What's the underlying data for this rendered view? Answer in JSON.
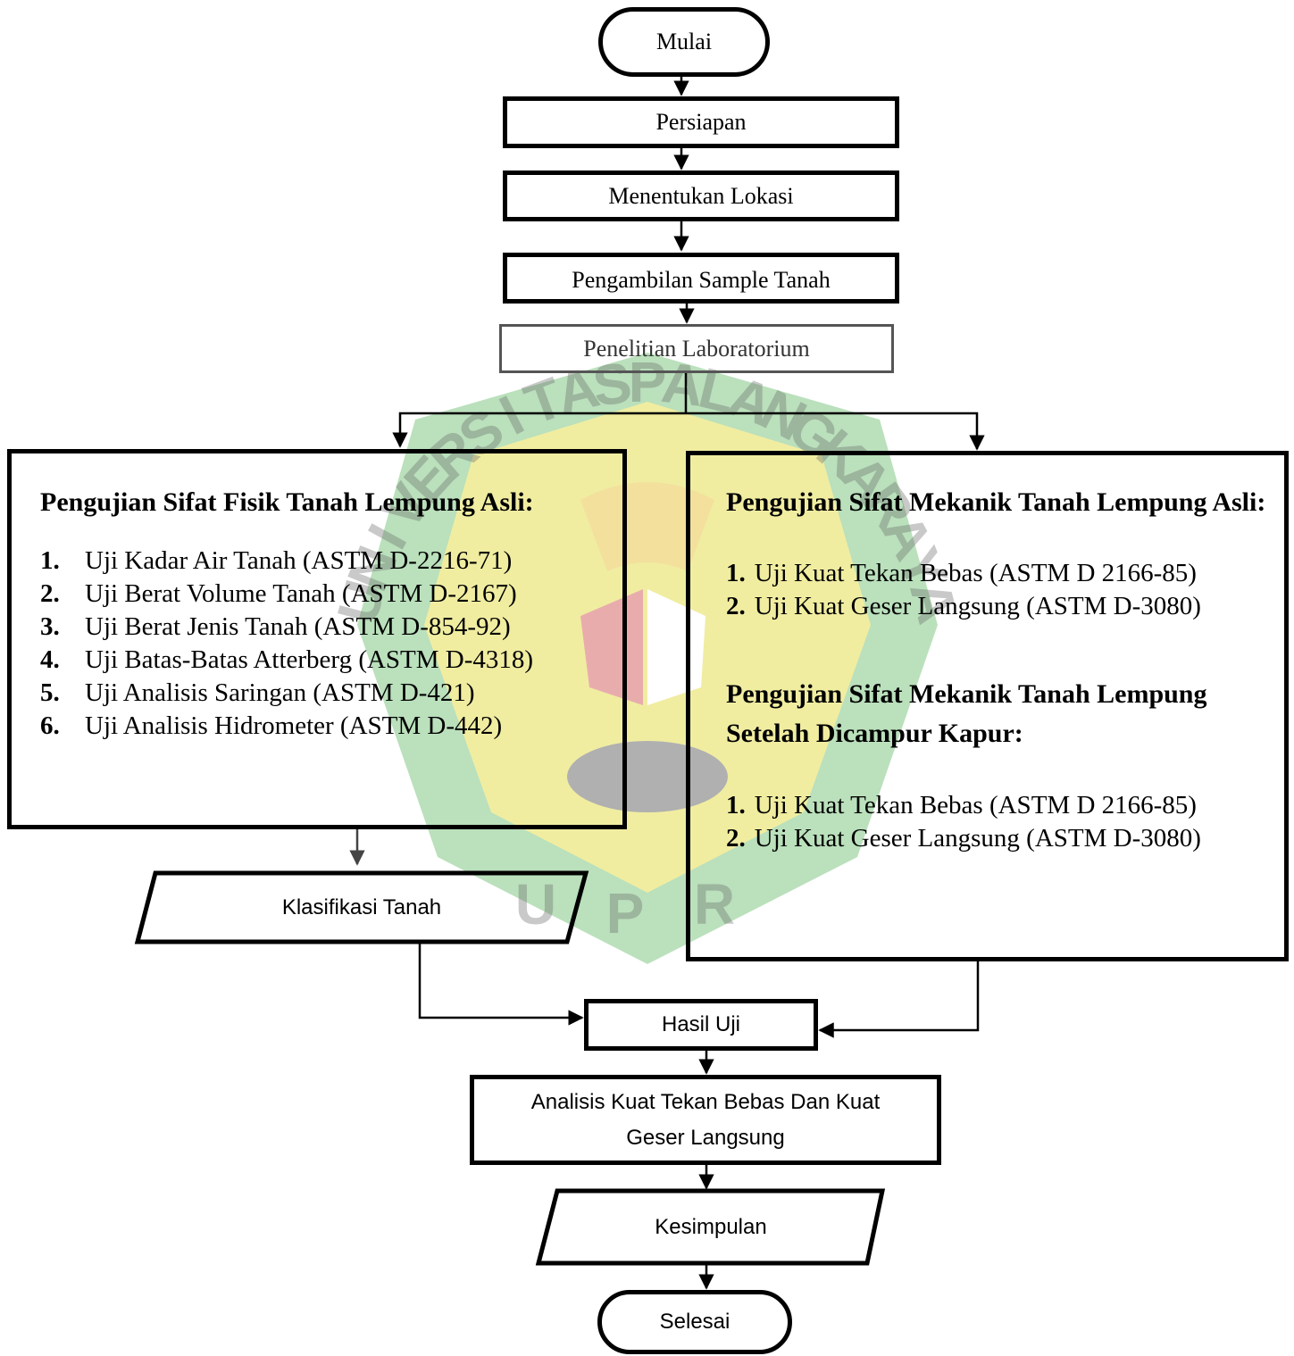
{
  "flowchart": {
    "start": "Mulai",
    "preparation": "Persiapan",
    "location": "Menentukan Lokasi",
    "sampling": "Pengambilan Sample Tanah",
    "lab_research": "Penelitian Laboratorium",
    "physical_tests": {
      "heading": "Pengujian Sifat Fisik Tanah Lempung Asli:",
      "items": [
        {
          "num": "1.",
          "text": "Uji Kadar Air Tanah (ASTM D-2216-71)"
        },
        {
          "num": "2.",
          "text": "Uji Berat Volume Tanah (ASTM D-2167)"
        },
        {
          "num": "3.",
          "text": "Uji Berat Jenis Tanah (ASTM D-854-92)"
        },
        {
          "num": "4.",
          "text": "Uji Batas-Batas Atterberg (ASTM D-4318)"
        },
        {
          "num": "5.",
          "text": "Uji Analisis Saringan (ASTM D-421)"
        },
        {
          "num": "6.",
          "text": "Uji Analisis Hidrometer (ASTM D-442)"
        }
      ]
    },
    "mechanical_tests": {
      "original": {
        "heading": "Pengujian Sifat Mekanik Tanah Lempung Asli:",
        "items": [
          {
            "num": "1.",
            "text": "Uji Kuat Tekan Bebas (ASTM D 2166-85)"
          },
          {
            "num": "2.",
            "text": "Uji Kuat Geser Langsung (ASTM D-3080)"
          }
        ]
      },
      "lime_mixed": {
        "heading": "Pengujian Sifat Mekanik Tanah Lempung Setelah Dicampur Kapur:",
        "items": [
          {
            "num": "1.",
            "text": "Uji Kuat Tekan Bebas (ASTM D 2166-85)"
          },
          {
            "num": "2.",
            "text": "Uji Kuat Geser Langsung (ASTM D-3080)"
          }
        ]
      }
    },
    "classification": "Klasifikasi Tanah",
    "results": "Hasil Uji",
    "analysis": "Analisis Kuat Tekan Bebas Dan Kuat Geser Langsung",
    "conclusion": "Kesimpulan",
    "end": "Selesai"
  },
  "watermark": {
    "text_arc": "UNIVERSITAS PALANGKARAYA",
    "text_bottom": "UPR",
    "colors": {
      "green": "#4caf50",
      "yellow": "#f2d600",
      "red": "#c62828"
    }
  }
}
